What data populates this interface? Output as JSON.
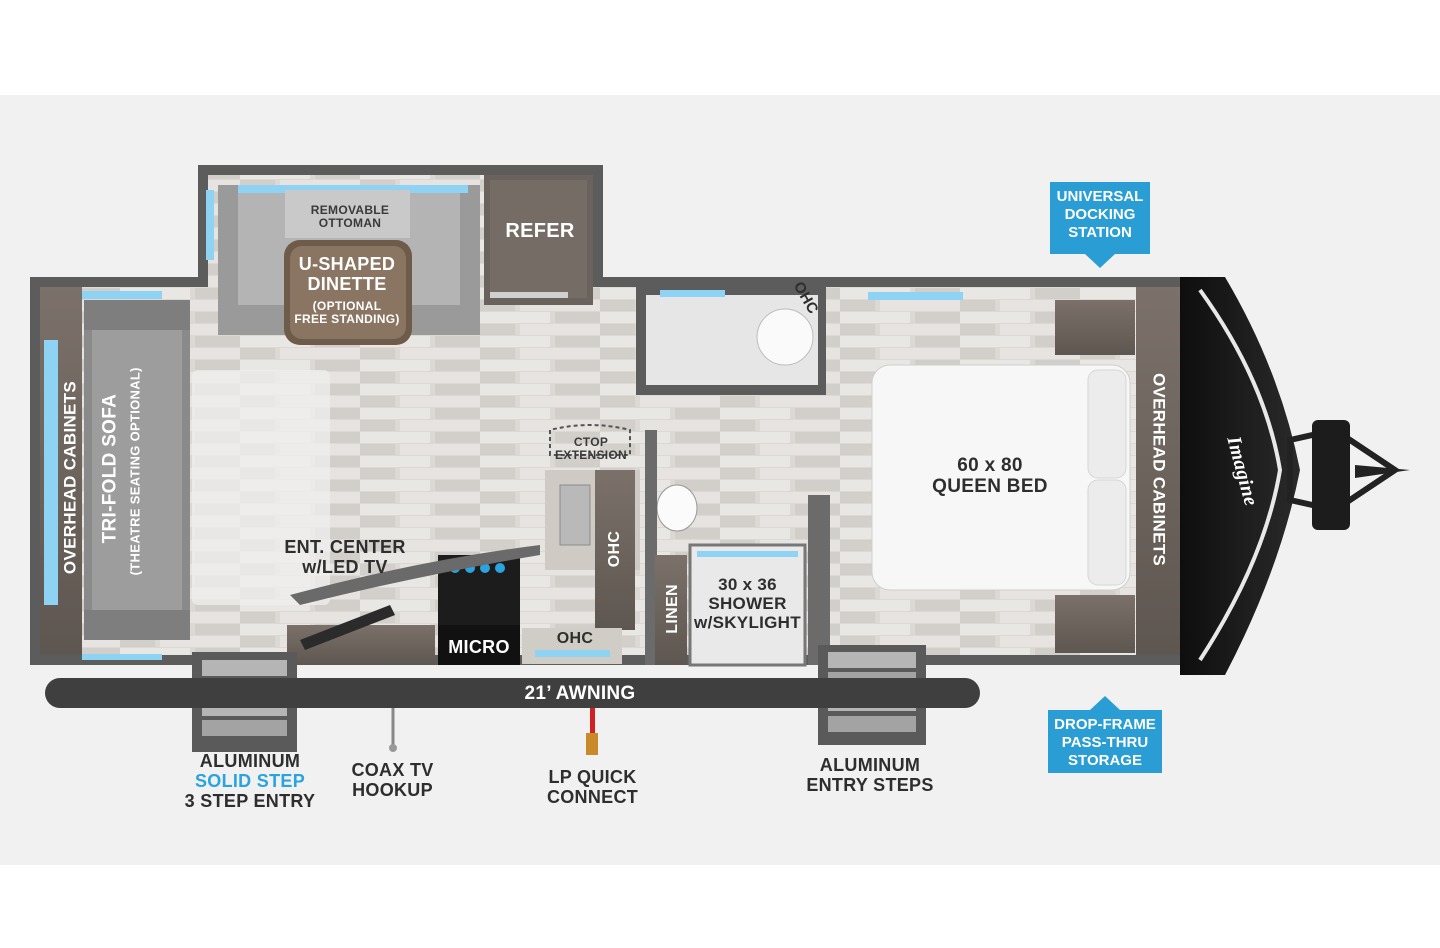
{
  "callouts": {
    "universal_docking": [
      "UNIVERSAL",
      "DOCKING",
      "STATION"
    ],
    "drop_frame": [
      "DROP-FRAME",
      "PASS-THRU",
      "STORAGE"
    ],
    "aluminum_solid_step": {
      "line1": "ALUMINUM",
      "line2": "SOLID STEP",
      "line3": "3 STEP ENTRY"
    },
    "coax": [
      "COAX TV",
      "HOOKUP"
    ],
    "lp_quick": [
      "LP QUICK",
      "CONNECT"
    ],
    "entry_steps": [
      "ALUMINUM",
      "ENTRY STEPS"
    ]
  },
  "rooms": {
    "removable_ottoman": [
      "REMOVABLE",
      "OTTOMAN"
    ],
    "u_dinette": [
      "U-SHAPED",
      "DINETTE"
    ],
    "dinette_note": [
      "(OPTIONAL",
      "FREE STANDING)"
    ],
    "refer": "REFER",
    "sofa": "TRI-FOLD SOFA",
    "sofa_note": "(THEATRE SEATING OPTIONAL)",
    "overhead_left": "OVERHEAD CABINETS",
    "overhead_right": "OVERHEAD CABINETS",
    "ent_center": [
      "ENT. CENTER",
      "w/LED TV"
    ],
    "ctop": [
      "CTOP",
      "EXTENSION"
    ],
    "ohc_galley": "OHC",
    "ohc_bath": "OHC",
    "ohc_front": "OHC",
    "micro": "MICRO",
    "linen": "LINEN",
    "shower": [
      "30 x 36",
      "SHOWER",
      "w/SKYLIGHT"
    ],
    "bed": [
      "60 x 80",
      "QUEEN BED"
    ],
    "awning": "21’ AWNING",
    "brand": "Imagine"
  },
  "colors": {
    "wall": "#5b5b5b",
    "floor": "#d9d6d2",
    "floor_plank": "#e7e5e2",
    "cabinet": "#6d645d",
    "counter": "#cfcac4",
    "window": "#8fd3f4",
    "accent": "#2a9ed4",
    "awning": "#3f3f3f",
    "lp": "#d42020"
  }
}
